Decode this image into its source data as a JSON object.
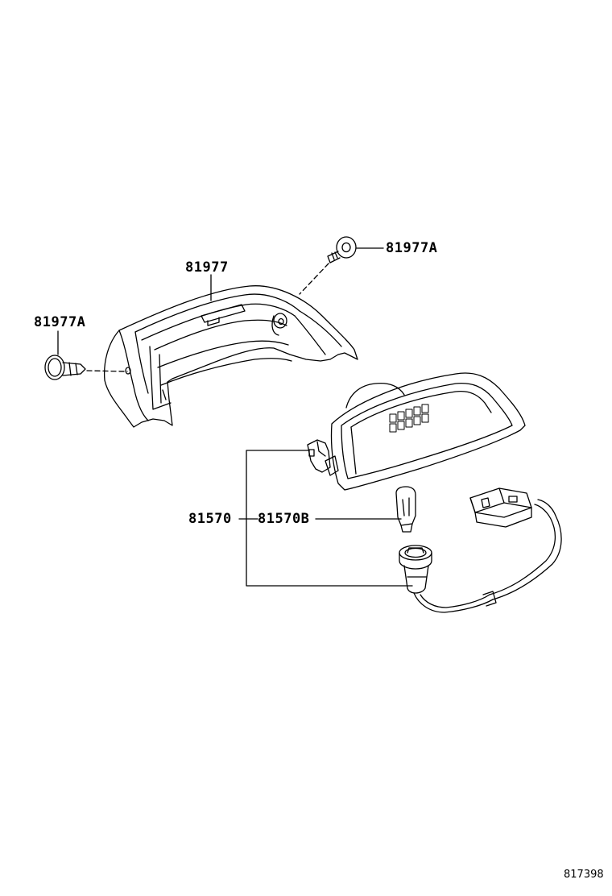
{
  "callouts": {
    "clip_top": "81977A",
    "cover": "81977",
    "clip_left": "81977A",
    "lamp_assembly": "81570",
    "bulb": "81570B"
  },
  "footer": {
    "diagram_code": "817398"
  },
  "colors": {
    "line": "#000000",
    "background": "#ffffff"
  }
}
